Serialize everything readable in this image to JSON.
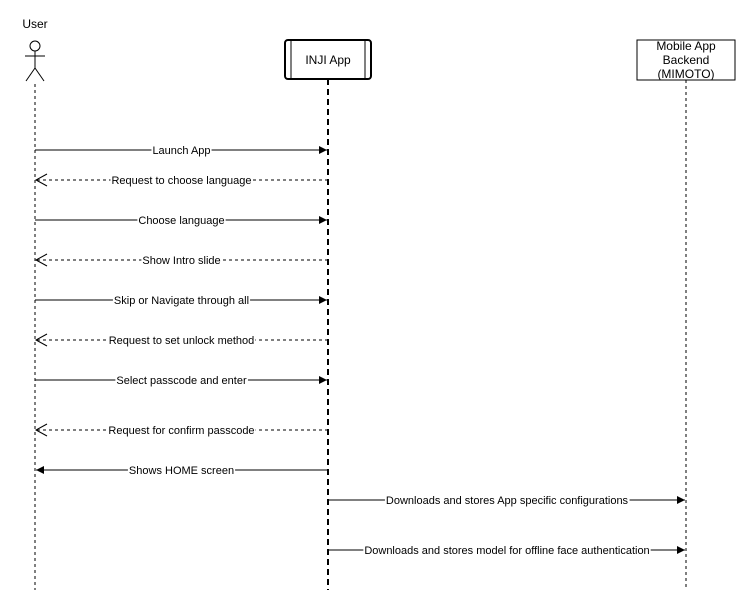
{
  "participants": {
    "user": {
      "label": "User"
    },
    "app": {
      "label": "INJI App"
    },
    "backend": {
      "lines": [
        "Mobile App",
        "Backend",
        "(MIMOTO)"
      ]
    }
  },
  "messages": [
    {
      "from": "user",
      "to": "app",
      "label": "Launch App",
      "style": "solid"
    },
    {
      "from": "app",
      "to": "user",
      "label": "Request to choose language",
      "style": "dashed"
    },
    {
      "from": "user",
      "to": "app",
      "label": "Choose language",
      "style": "solid"
    },
    {
      "from": "app",
      "to": "user",
      "label": "Show Intro slide",
      "style": "dashed"
    },
    {
      "from": "user",
      "to": "app",
      "label": "Skip or Navigate through all",
      "style": "solid"
    },
    {
      "from": "app",
      "to": "user",
      "label": "Request to set unlock method",
      "style": "dashed"
    },
    {
      "from": "user",
      "to": "app",
      "label": "Select passcode and enter",
      "style": "solid"
    },
    {
      "from": "app",
      "to": "user",
      "label": "Request for confirm passcode",
      "style": "dashed"
    },
    {
      "from": "app",
      "to": "user",
      "label": "Shows HOME screen",
      "style": "solid"
    },
    {
      "from": "app",
      "to": "backend",
      "label": "Downloads and stores App specific configurations",
      "style": "solid"
    },
    {
      "from": "app",
      "to": "backend",
      "label": "Downloads and stores model for offline face authentication",
      "style": "solid"
    }
  ]
}
